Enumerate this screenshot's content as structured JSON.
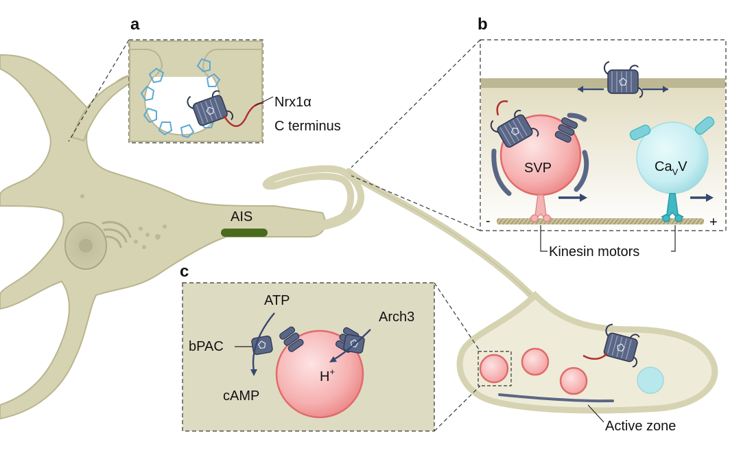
{
  "panels": {
    "a": {
      "letter": "a",
      "labels": {
        "nrx_line1": "Nrx1α",
        "nrx_line2": "C terminus"
      }
    },
    "b": {
      "letter": "b",
      "labels": {
        "svp": "SVP",
        "cav_main": "Ca",
        "cav_sub": "V",
        "cav_suffix": "V",
        "minus": "-",
        "plus": "+",
        "kinesin": "Kinesin motors"
      }
    },
    "c": {
      "letter": "c",
      "labels": {
        "atp": "ATP",
        "bpac": "bPAC",
        "camp": "cAMP",
        "arch3": "Arch3",
        "h_main": "H",
        "h_sup": "+"
      }
    }
  },
  "neuron": {
    "ais_label": "AIS",
    "active_zone_label": "Active zone"
  },
  "colors": {
    "cell_fill": "#d6d3b3",
    "cell_stroke": "#b9b58f",
    "panel_fill": "#dedbc3",
    "svp_fill": "#f6a9a9",
    "svp_stroke": "#e06b6b",
    "cav_fill": "#bde9ee",
    "protein": "#5a6685",
    "ais": "#4a6a1e",
    "microtubule": "#b7ad86",
    "arrow": "#36486e",
    "kinesin_pink": "#f3b4b4",
    "kinesin_teal": "#41b9c4"
  }
}
